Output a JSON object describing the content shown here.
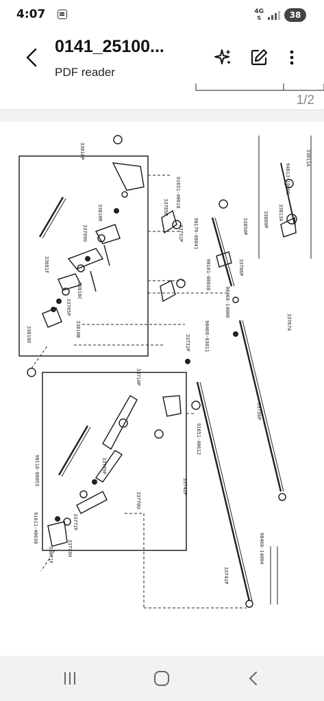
{
  "status_bar": {
    "time": "4:07",
    "network": "4G",
    "battery": "38"
  },
  "app_bar": {
    "title": "0141_25100...",
    "subtitle": "PDF reader"
  },
  "viewer": {
    "page_counter": "1/2"
  },
  "drawing": {
    "labels": [
      "33810P",
      "33811A",
      "33710P",
      "33731P",
      "33732P",
      "33736P",
      "33785P",
      "33786P",
      "33850P",
      "33789G",
      "33789F",
      "33770U",
      "33773H",
      "33810B",
      "90468-14004",
      "90468-03011",
      "90468-14006",
      "90179-08041",
      "91651-40610",
      "91651-40612",
      "33742P",
      "33741P",
      "33767A",
      "33813A",
      "33671F",
      "33681F",
      "33810R",
      "33810C",
      "33810D",
      "33705P",
      "33772F",
      "33809P",
      "94613-10800",
      "90118-08053",
      "91611-40630",
      "90101-08038"
    ]
  },
  "colors": {
    "accent": "#111111",
    "background": "#f2f2f2",
    "sheet": "#ffffff",
    "nav_icon": "#666666"
  }
}
